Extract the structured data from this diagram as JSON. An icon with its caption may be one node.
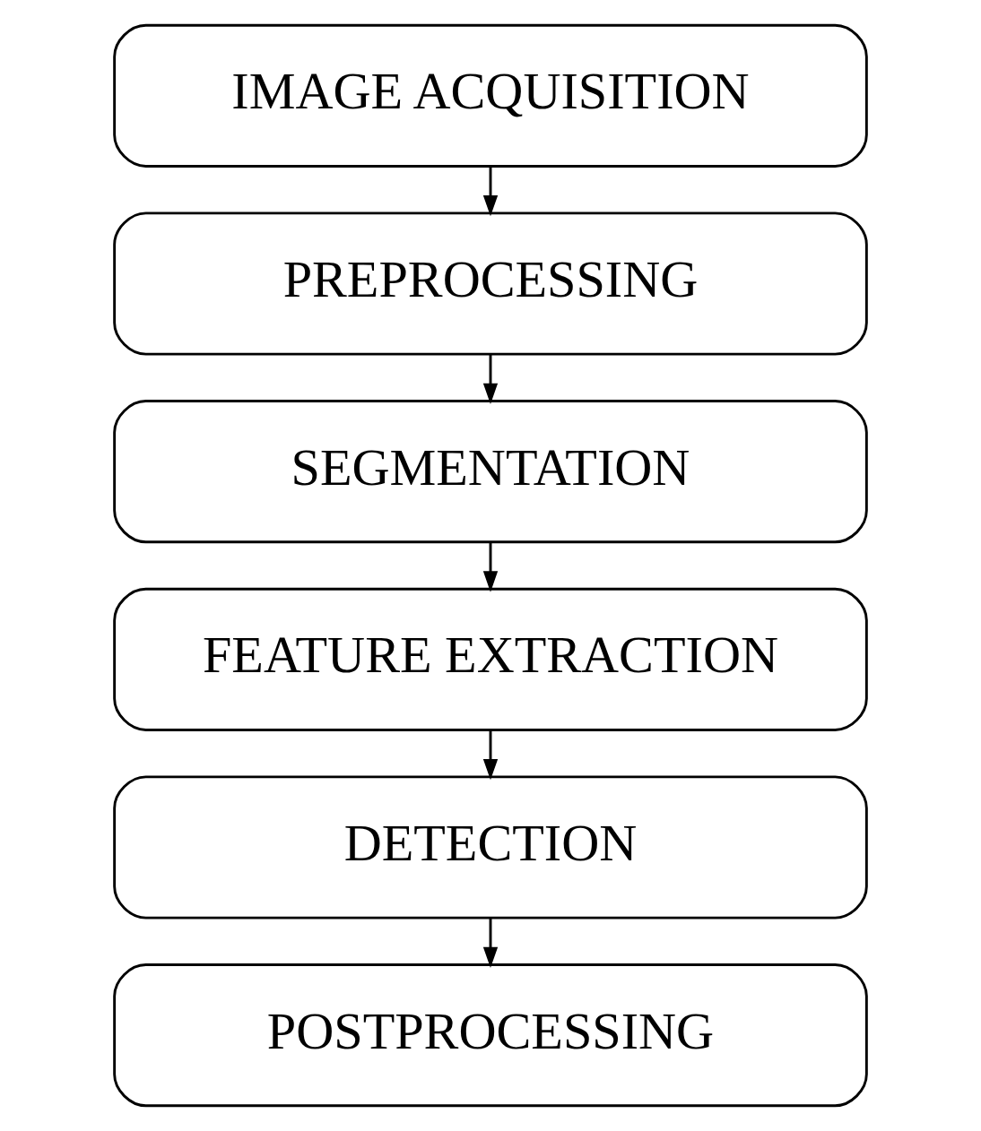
{
  "diagram": {
    "nodes": [
      {
        "text": [
          "IMAGE ACQUISITION"
        ]
      },
      {
        "text": [
          "PREPROCESSING"
        ]
      },
      {
        "text": [
          "SEGMENTATION"
        ]
      },
      {
        "text": [
          "FEATURE EXTRACTION"
        ]
      },
      {
        "text": [
          "DETECTION"
        ]
      },
      {
        "text": [
          "POSTPROCESSING"
        ]
      }
    ],
    "edges": [
      {
        "from": 0,
        "to": 1,
        "arrow": "to"
      },
      {
        "from": 1,
        "to": 2,
        "arrow": "to"
      },
      {
        "from": 2,
        "to": 3,
        "arrow": "to"
      },
      {
        "from": 3,
        "to": 4,
        "arrow": "to"
      },
      {
        "from": 4,
        "to": 5,
        "arrow": "to"
      }
    ]
  }
}
